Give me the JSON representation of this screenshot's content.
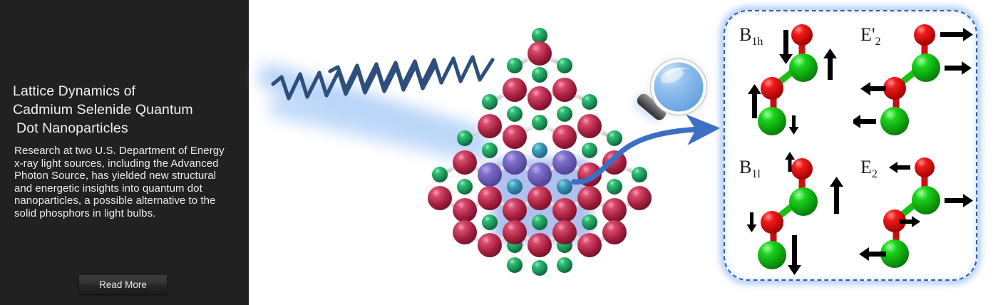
{
  "panel": {
    "background_color": "#212121",
    "title_line1": "Lattice Dynamics of",
    "title_line2": "Cadmium Selenide Quantum",
    "title_line3": " Dot Nanoparticles",
    "body_text": "Research at two U.S. Department of Energy x-ray light sources, including the Advanced Photon Source, has yielded new structural and energetic insights into quantum dot nanoparticles, a possible alternative to the solid phosphors in light bulbs.",
    "read_more_label": "Read More"
  },
  "illustration": {
    "xray_beam": {
      "name": "x-ray-beam",
      "wave_color": "#2e4f7c",
      "glow_color": "#aacdf7",
      "wave_count": 2
    },
    "nanocrystal": {
      "name": "cdse-nanocrystal-lattice",
      "cadmium_color": "#a82040",
      "selenium_color": "#1f9d5e",
      "bond_color": "#d9d9d9",
      "highlight_color": "#6a7fd6",
      "description": "Tetrahedral CdSe quantum dot lattice with highlighted core region"
    },
    "magnifier": {
      "name": "magnifying-glass",
      "lens_color": "#7fb2ea",
      "handle_color": "#6b6b6b"
    },
    "pointer_arrow": {
      "name": "curved-arrow",
      "color": "#3a6fc4"
    }
  },
  "mode_panel": {
    "border_color": "#2f5fa8",
    "glow_color": "#82aff a",
    "modes": [
      {
        "id": "b1h",
        "label_base": "B",
        "label_sub": "1h",
        "atoms": [
          {
            "element": "Se",
            "color": "#e01020",
            "arrow": "down"
          },
          {
            "element": "Cd",
            "color": "#1ccf1c",
            "arrow": "up"
          },
          {
            "element": "Se",
            "color": "#e01020",
            "arrow": "up"
          },
          {
            "element": "Cd",
            "color": "#1ccf1c",
            "arrow": "down"
          }
        ]
      },
      {
        "id": "e2prime",
        "label_base": "E'",
        "label_sub": "2",
        "atoms": [
          {
            "element": "Se",
            "color": "#e01020",
            "arrow": "right"
          },
          {
            "element": "Cd",
            "color": "#1ccf1c",
            "arrow": "right"
          },
          {
            "element": "Se",
            "color": "#e01020",
            "arrow": "left"
          },
          {
            "element": "Cd",
            "color": "#1ccf1c",
            "arrow": "left"
          }
        ]
      },
      {
        "id": "b1l",
        "label_base": "B",
        "label_sub": "1l",
        "atoms": [
          {
            "element": "Se",
            "color": "#e01020",
            "arrow": "up"
          },
          {
            "element": "Cd",
            "color": "#1ccf1c",
            "arrow": "up"
          },
          {
            "element": "Se",
            "color": "#e01020",
            "arrow": "down"
          },
          {
            "element": "Cd",
            "color": "#1ccf1c",
            "arrow": "down"
          }
        ]
      },
      {
        "id": "e2",
        "label_base": "E",
        "label_sub": "2",
        "atoms": [
          {
            "element": "Se",
            "color": "#e01020",
            "arrow": "left"
          },
          {
            "element": "Cd",
            "color": "#1ccf1c",
            "arrow": "right"
          },
          {
            "element": "Se",
            "color": "#e01020",
            "arrow": "right"
          },
          {
            "element": "Cd",
            "color": "#1ccf1c",
            "arrow": "left"
          }
        ]
      }
    ]
  }
}
